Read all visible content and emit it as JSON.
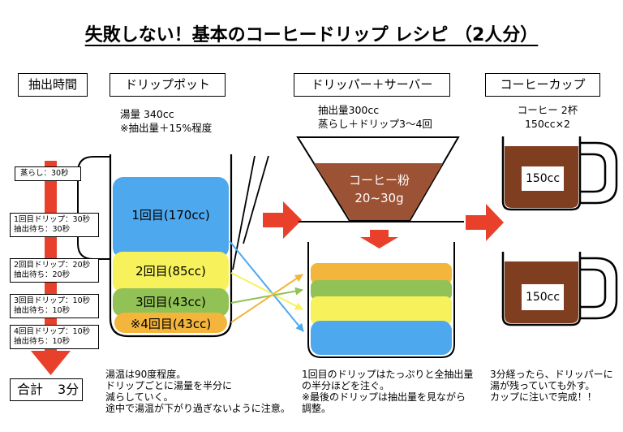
{
  "title": "失敗しない！基本のコーヒードリップ レシピ （2人分）",
  "headers": {
    "time": "抽出時間",
    "pot": "ドリップポット",
    "dripper": "ドリッパー＋サーバー",
    "cup": "コーヒーカップ"
  },
  "timeline": {
    "steps": [
      {
        "drip": "蒸らし：30秒"
      },
      {
        "drip": "1回目ドリップ：30秒",
        "wait": "抽出待ち：30秒"
      },
      {
        "drip": "2回目ドリップ：20秒",
        "wait": "抽出待ち：20秒"
      },
      {
        "drip": "3回目ドリップ：10秒",
        "wait": "抽出待ち：10秒"
      },
      {
        "drip": "4回目ドリップ：10秒",
        "wait": "抽出待ち：10秒"
      }
    ],
    "total_label": "合計",
    "total_value": "3分"
  },
  "pot": {
    "water_amount": "湯量 340cc",
    "water_note": "※抽出量＋15%程度",
    "layers": [
      "1回目(170cc)",
      "2回目(85cc)",
      "3回目(43cc)",
      "※4回目(43cc)"
    ],
    "notes": [
      "湯温は90度程度。",
      "ドリップごとに湯量を半分に",
      "減らしていく。",
      "途中で湯温が下がり過ぎないように注意。"
    ]
  },
  "dripper": {
    "extraction_amount": "抽出量300cc",
    "steps_note": "蒸らし＋ドリップ3〜4回",
    "grounds_label": "コーヒー粉",
    "grounds_amount": "20~30g",
    "notes": [
      "1回目のドリップはたっぷりと全抽出量",
      "の半分ほどを注ぐ。",
      "※最後のドリップは抽出量を見ながら",
      "調整。"
    ]
  },
  "cups": {
    "count": "コーヒー 2杯",
    "per_cup": "150cc×2",
    "cup_labels": [
      "150cc",
      "150cc"
    ],
    "notes": [
      "3分経ったら、ドリッパーに",
      "湯が残っていても外す。",
      "カップに注いで完成！！"
    ]
  },
  "colors": {
    "drip_1": "#4EA8EE",
    "drip_2": "#F7F25C",
    "drip_3": "#92C256",
    "drip_4": "#F3B53C",
    "grounds": "#9C5234",
    "coffee": "#7F3E20",
    "arrow": "#E8402B"
  }
}
